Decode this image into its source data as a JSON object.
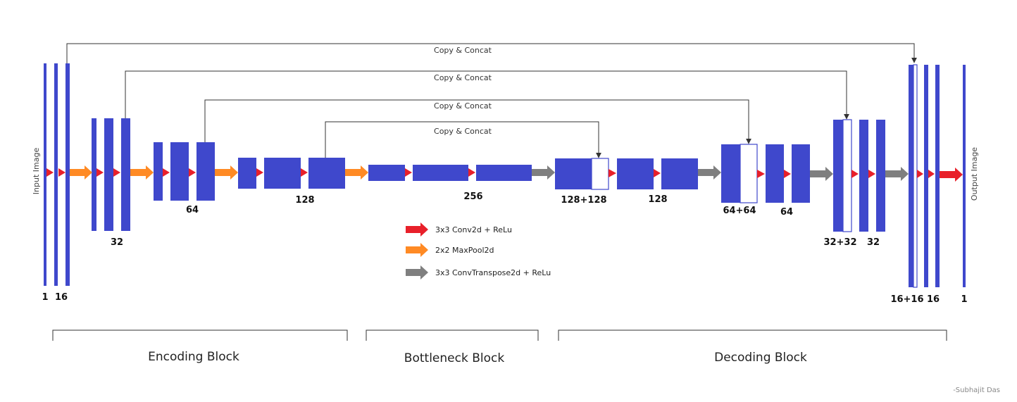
{
  "colors": {
    "layer": "#3f48cc",
    "conv_arrow": "#e8202a",
    "pool_arrow": "#ff8a24",
    "upconv_arrow": "#7f7f7f",
    "skip_line": "#333333",
    "bracket": "#333333"
  },
  "side_labels": {
    "input": "Input Image",
    "output": "Output Image"
  },
  "channel_labels": {
    "in_1": "1",
    "in_16": "16",
    "enc_32": "32",
    "enc_64": "64",
    "enc_128": "128",
    "bott_256": "256",
    "dec_128_cat": "128+128",
    "dec_128": "128",
    "dec_64_cat": "64+64",
    "dec_64": "64",
    "dec_32_cat": "32+32",
    "dec_32": "32",
    "dec_16_cat": "16+16",
    "dec_16": "16",
    "out_1": "1"
  },
  "skip_connections": [
    {
      "label": "Copy & Concat"
    },
    {
      "label": "Copy & Concat"
    },
    {
      "label": "Copy & Concat"
    },
    {
      "label": "Copy & Concat"
    }
  ],
  "legend": [
    {
      "icon": "red-arrow-icon",
      "label": "3x3 Conv2d + ReLu"
    },
    {
      "icon": "orange-arrow-icon",
      "label": "2x2 MaxPool2d"
    },
    {
      "icon": "gray-arrow-icon",
      "label": "3x3 ConvTranspose2d + ReLu"
    }
  ],
  "blocks": {
    "encoding": "Encoding Block",
    "bottleneck": "Bottleneck Block",
    "decoding": "Decoding Block"
  },
  "credit": "-Subhajit Das"
}
